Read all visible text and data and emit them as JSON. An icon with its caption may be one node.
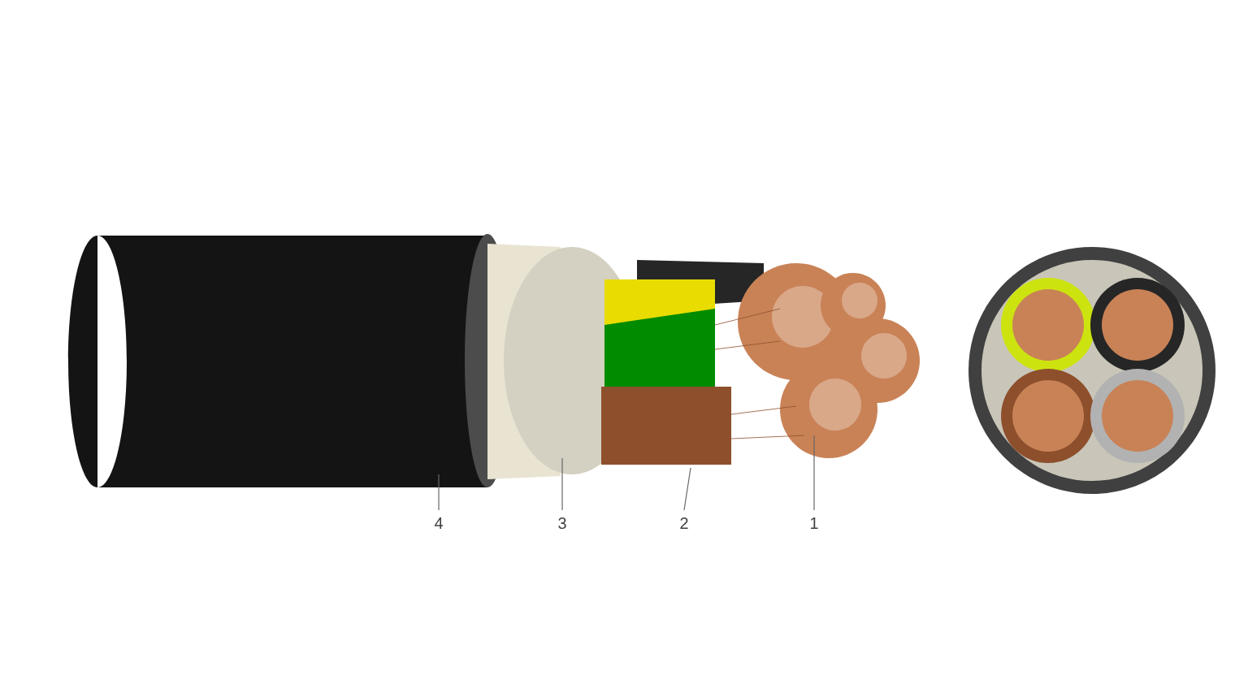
{
  "diagram": {
    "nodes": [
      {
        "text": [
          "4"
        ]
      },
      {
        "text": [
          "3"
        ]
      },
      {
        "text": [
          "2"
        ]
      },
      {
        "text": [
          "1"
        ]
      }
    ],
    "edges": [
      {
        "from": 0,
        "to": null,
        "arrow": "none"
      },
      {
        "from": 1,
        "to": null,
        "arrow": "none"
      },
      {
        "from": 2,
        "to": null,
        "arrow": "none"
      },
      {
        "from": 3,
        "to": null,
        "arrow": "none"
      }
    ]
  }
}
